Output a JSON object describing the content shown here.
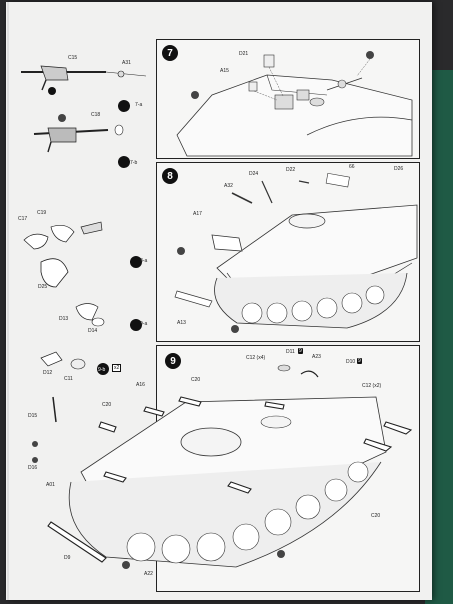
{
  "steps": {
    "seven": {
      "number": "7"
    },
    "eight": {
      "number": "8"
    },
    "nine": {
      "number": "9"
    }
  },
  "left_column": {
    "gun_parts": {
      "c15": "C15",
      "a31": "A31",
      "c18": "C18",
      "ref_7a": "7-a",
      "ref_7b": "7-b"
    },
    "fender_parts": {
      "c17": "C17",
      "c19": "C19",
      "d25": "D25",
      "ref_8a": "8-a"
    },
    "light_parts": {
      "d13": "D13",
      "d14": "D14",
      "ref_9a": "9-a"
    },
    "bottom_parts": {
      "d12": "D12",
      "c11": "C11",
      "ref_9b": "9-b",
      "mult": "x2"
    }
  },
  "step7": {
    "d21": "D21",
    "a15": "A15"
  },
  "step8": {
    "d24": "D24",
    "a32": "A32",
    "d22": "D22",
    "part_66": "66",
    "d26": "D26",
    "a17": "A17",
    "a13": "A13"
  },
  "step9": {
    "c12_x4": "C12 (x4)",
    "d11": "D11",
    "a23": "A23",
    "d10": "D10",
    "c12_x2": "C12 (x2)",
    "a16": "A16",
    "c20_a": "C20",
    "c20_b": "C20",
    "c20_c": "C20",
    "d15": "D15",
    "d16": "D16",
    "a01": "A01",
    "d9": "D9",
    "a22": "A22"
  },
  "colors": {
    "page": "#f1f1f0",
    "ink": "#222222",
    "backdrop": "#2a2a2c",
    "green_folder": "#1f5a45"
  }
}
